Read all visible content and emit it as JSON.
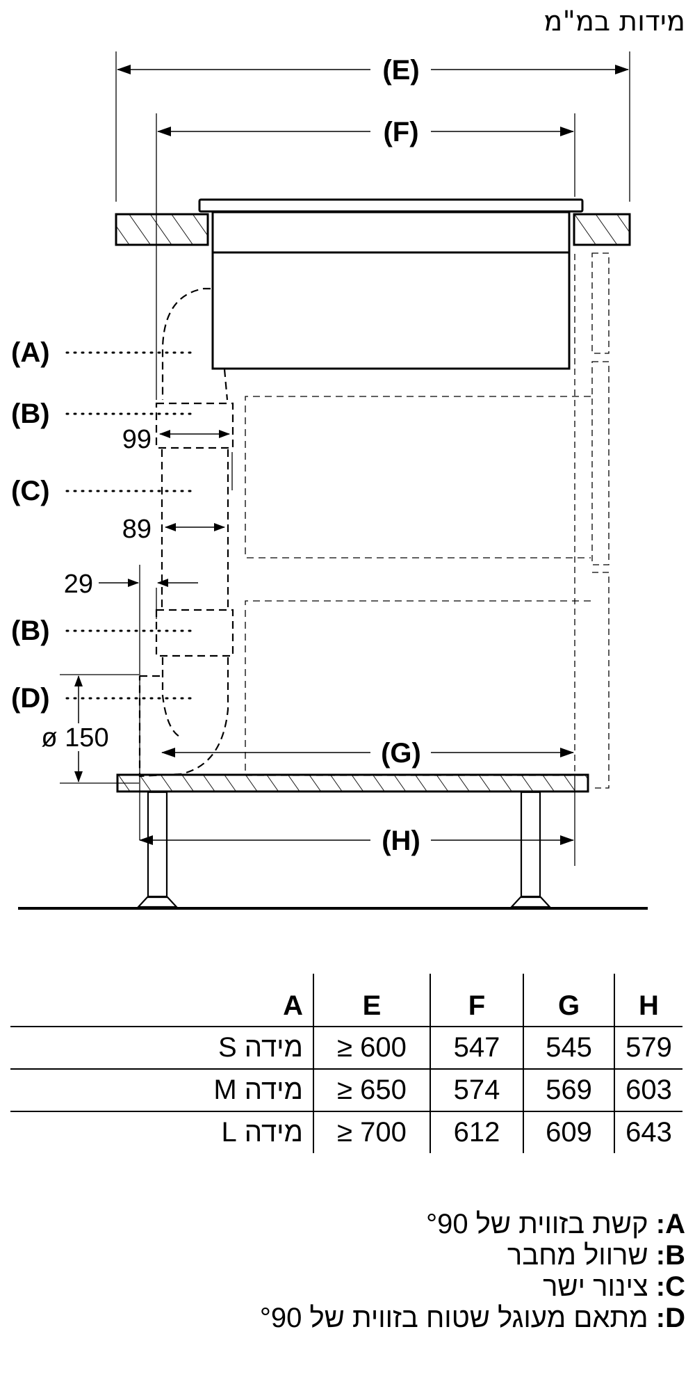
{
  "header": {
    "units_title": "מידות במ\"מ"
  },
  "diagram": {
    "dimension_labels": {
      "E": "(E)",
      "F": "(F)",
      "G": "(G)",
      "H": "(H)"
    },
    "part_callouts": [
      {
        "key": "A",
        "label": "(A)"
      },
      {
        "key": "B1",
        "label": "(B)"
      },
      {
        "key": "C",
        "label": "(C)"
      },
      {
        "key": "B2",
        "label": "(B)"
      },
      {
        "key": "D",
        "label": "(D)"
      }
    ],
    "measurements": {
      "sleeve_width": "99",
      "duct_width": "89",
      "offset": "29",
      "diameter": "ø 150"
    }
  },
  "table": {
    "headers": [
      "A",
      "E",
      "F",
      "G",
      "H"
    ],
    "rows": [
      {
        "size": "מידה S",
        "E": "≥ 600",
        "F": "547",
        "G": "545",
        "H": "579"
      },
      {
        "size": "מידה M",
        "E": "≥ 650",
        "F": "574",
        "G": "569",
        "H": "603"
      },
      {
        "size": "מידה L",
        "E": "≥ 700",
        "F": "612",
        "G": "609",
        "H": "643"
      }
    ]
  },
  "legend": [
    {
      "key": "A:",
      "text": "קשת בזווית של °90"
    },
    {
      "key": "B:",
      "text": "שרוול מחבר"
    },
    {
      "key": "C:",
      "text": "צינור ישר"
    },
    {
      "key": "D:",
      "text": "מתאם מעוגל שטוח בזווית של °90"
    }
  ]
}
